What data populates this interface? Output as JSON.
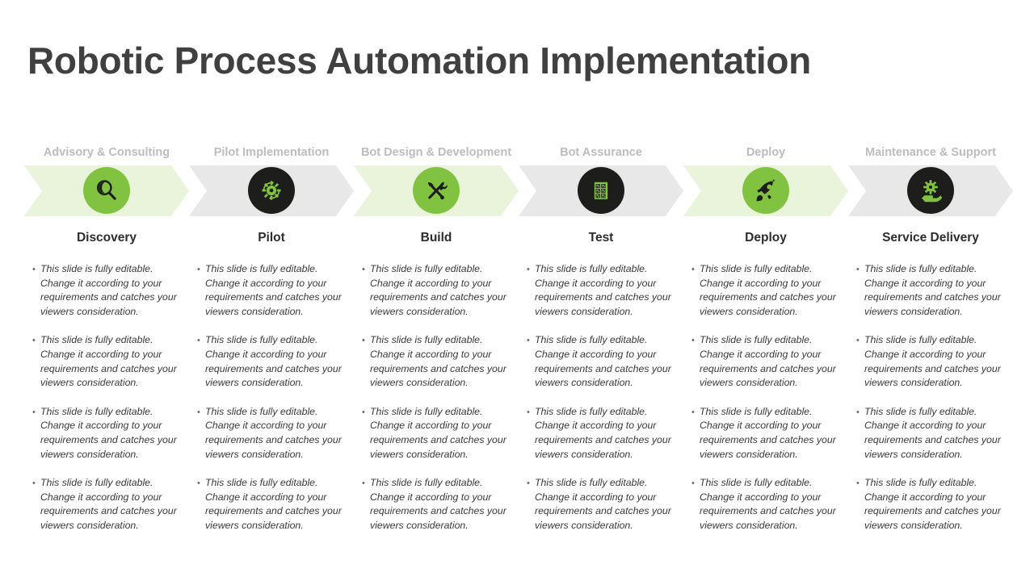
{
  "slide": {
    "title": "Robotic Process Automation Implementation",
    "title_color": "#404040",
    "background": "#ffffff"
  },
  "theme": {
    "accent_green": "#81c341",
    "chevron_green": "#e9f4da",
    "chevron_grey": "#e8e8e8",
    "dark": "#1d1d1b",
    "header_grey": "#bdbdbd",
    "label_dark": "#2d2d2d",
    "body_text": "#3a3a3a"
  },
  "bullet_symbol": "•",
  "process": {
    "stages": [
      {
        "header": "Advisory & Consulting",
        "label": "Discovery",
        "icon": "magnifier-icon",
        "chevron_style": "green",
        "circle_style": "green"
      },
      {
        "header": "Pilot Implementation",
        "label": "Pilot",
        "icon": "gear-refresh-icon",
        "chevron_style": "grey",
        "circle_style": "dark"
      },
      {
        "header": "Bot Design & Development",
        "label": "Build",
        "icon": "tools-icon",
        "chevron_style": "green",
        "circle_style": "green"
      },
      {
        "header": "Bot Assurance",
        "label": "Test",
        "icon": "checklist-icon",
        "chevron_style": "grey",
        "circle_style": "dark"
      },
      {
        "header": "Deploy",
        "label": "Deploy",
        "icon": "rocket-icon",
        "chevron_style": "green",
        "circle_style": "green"
      },
      {
        "header": "Maintenance & Support",
        "label": "Service Delivery",
        "icon": "hand-gear-icon",
        "chevron_style": "grey",
        "circle_style": "dark"
      }
    ]
  },
  "columns": [
    {
      "bullets": [
        "This slide is fully editable. Change it according to your requirements and catches your viewers consideration.",
        "This slide is fully editable. Change it according to your requirements and catches your viewers consideration.",
        "This slide is fully editable. Change it according to your requirements and catches your viewers consideration.",
        "This slide is fully editable. Change it according to your requirements and catches your viewers consideration."
      ]
    },
    {
      "bullets": [
        "This slide is fully editable. Change it according to your requirements and catches your viewers consideration.",
        "This slide is fully editable. Change it according to your requirements and catches your viewers consideration.",
        "This slide is fully editable. Change it according to your requirements and catches your viewers consideration.",
        "This slide is fully editable. Change it according to your requirements and catches your viewers consideration."
      ]
    },
    {
      "bullets": [
        "This slide is fully editable. Change it according to your requirements and catches your viewers consideration.",
        "This slide is fully editable. Change it according to your requirements and catches your viewers consideration.",
        "This slide is fully editable. Change it according to your requirements and catches your viewers consideration.",
        "This slide is fully editable. Change it according to your requirements and catches your viewers consideration."
      ]
    },
    {
      "bullets": [
        "This slide is fully editable. Change it according to your requirements and catches your viewers consideration.",
        "This slide is fully editable. Change it according to your requirements and catches your viewers consideration.",
        "This slide is fully editable. Change it according to your requirements and catches your viewers consideration.",
        "This slide is fully editable. Change it according to your requirements and catches your viewers consideration."
      ]
    },
    {
      "bullets": [
        "This slide is fully editable. Change it according to your requirements and catches your viewers consideration.",
        "This slide is fully editable. Change it according to your requirements and catches your viewers consideration.",
        "This slide is fully editable. Change it according to your requirements and catches your viewers consideration.",
        "This slide is fully editable. Change it according to your requirements and catches your viewers consideration."
      ]
    },
    {
      "bullets": [
        "This slide is fully editable. Change it according to your requirements and catches your viewers consideration.",
        "This slide is fully editable. Change it according to your requirements and catches your viewers consideration.",
        "This slide is fully editable. Change it according to your requirements and catches your viewers consideration.",
        "This slide is fully editable. Change it according to your requirements and catches your viewers consideration."
      ]
    }
  ]
}
